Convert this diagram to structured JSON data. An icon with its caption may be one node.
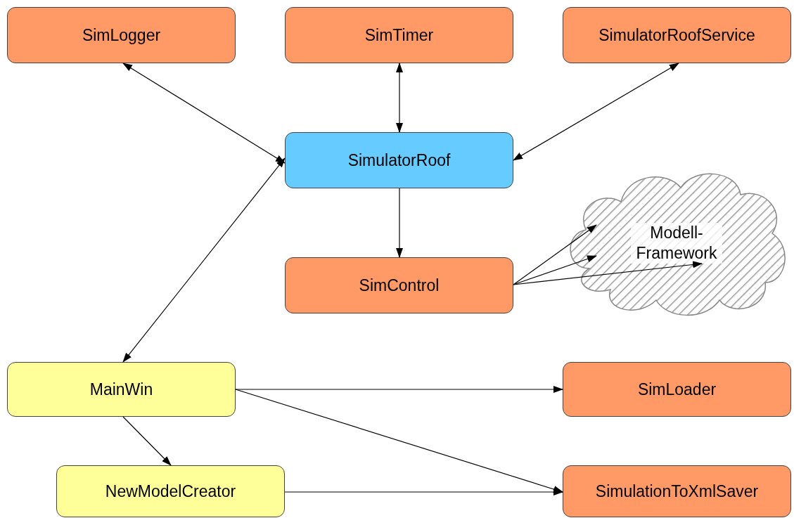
{
  "diagram": {
    "nodes": [
      {
        "text": [
          "SimLogger"
        ]
      },
      {
        "text": [
          "SimTimer"
        ]
      },
      {
        "text": [
          "SimulatorRoofService"
        ]
      },
      {
        "text": [
          "SimulatorRoof"
        ]
      },
      {
        "text": [
          "SimControl"
        ]
      },
      {
        "text": [
          "Modell- Framework"
        ]
      },
      {
        "text": [
          "MainWin"
        ]
      },
      {
        "text": [
          "SimLoader"
        ]
      },
      {
        "text": [
          "NewModelCreator"
        ]
      },
      {
        "text": [
          "SimulationToXmlSaver"
        ]
      }
    ],
    "edges": [
      {
        "from": 0,
        "to": 3,
        "arrow": "both"
      },
      {
        "from": 1,
        "to": 3,
        "arrow": "both"
      },
      {
        "from": 2,
        "to": 3,
        "arrow": "both"
      },
      {
        "from": 3,
        "to": 4,
        "arrow": "to"
      },
      {
        "from": 6,
        "to": 3,
        "arrow": "both"
      },
      {
        "from": 4,
        "to": 5,
        "arrow": "to"
      },
      {
        "from": 4,
        "to": 5,
        "arrow": "to"
      },
      {
        "from": 4,
        "to": 5,
        "arrow": "to"
      },
      {
        "from": 6,
        "to": 7,
        "arrow": "to"
      },
      {
        "from": 6,
        "to": 9,
        "arrow": "to"
      },
      {
        "from": 6,
        "to": 8,
        "arrow": "to"
      },
      {
        "from": 8,
        "to": 9,
        "arrow": "to"
      }
    ]
  }
}
